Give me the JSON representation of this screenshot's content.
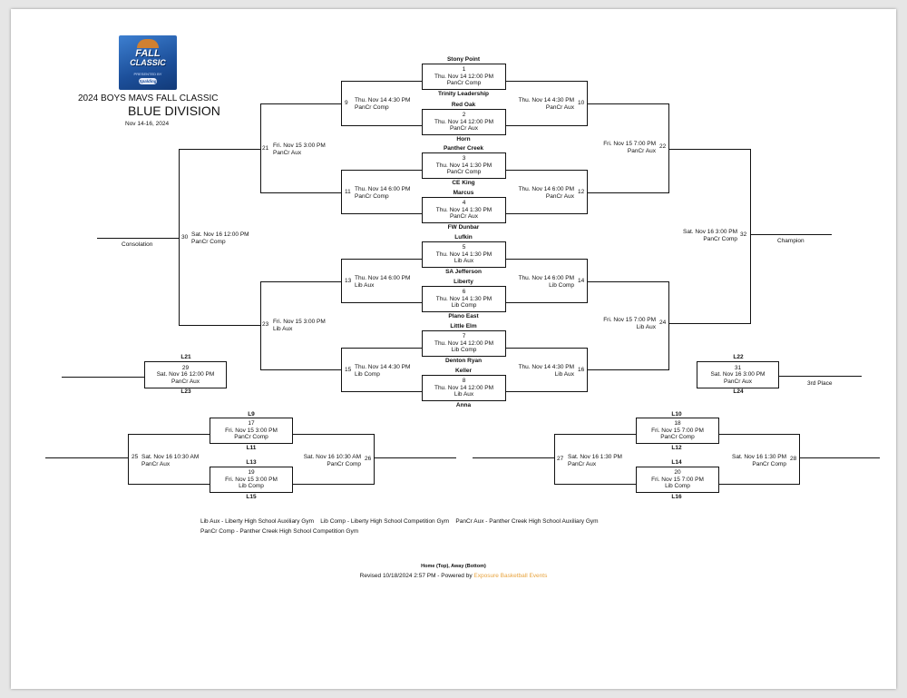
{
  "event": {
    "title": "2024 BOYS MAVS FALL CLASSIC",
    "division": "BLUE DIVISION",
    "dates": "Nov 14-16, 2024",
    "logo": {
      "line1": "FALL",
      "line2": "CLASSIC",
      "line3": "PRESENTED BY",
      "sponsor": "Spalding"
    }
  },
  "games": {
    "g1": {
      "num": "1",
      "time": "Thu. Nov 14 12:00 PM",
      "loc": "PanCr Comp",
      "home": "Stony Point",
      "away": "Trinity Leadership"
    },
    "g2": {
      "num": "2",
      "time": "Thu. Nov 14 12:00 PM",
      "loc": "PanCr Aux",
      "home": "Red Oak",
      "away": "Horn"
    },
    "g3": {
      "num": "3",
      "time": "Thu. Nov 14 1:30 PM",
      "loc": "PanCr Comp",
      "home": "Panther Creek",
      "away": "CE King"
    },
    "g4": {
      "num": "4",
      "time": "Thu. Nov 14 1:30 PM",
      "loc": "PanCr Aux",
      "home": "Marcus",
      "away": "FW Dunbar"
    },
    "g5": {
      "num": "5",
      "time": "Thu. Nov 14 1:30 PM",
      "loc": "Lib Aux",
      "home": "Lufkin",
      "away": "SA Jefferson"
    },
    "g6": {
      "num": "6",
      "time": "Thu. Nov 14 1:30 PM",
      "loc": "Lib Comp",
      "home": "Liberty",
      "away": "Plano East"
    },
    "g7": {
      "num": "7",
      "time": "Thu. Nov 14 12:00 PM",
      "loc": "Lib Comp",
      "home": "Little Elm",
      "away": "Denton Ryan"
    },
    "g8": {
      "num": "8",
      "time": "Thu. Nov 14 12:00 PM",
      "loc": "Lib Aux",
      "home": "Keller",
      "away": "Anna"
    },
    "g9": {
      "num": "9",
      "time": "Thu. Nov 14 4:30 PM",
      "loc": "PanCr Comp"
    },
    "g10": {
      "num": "10",
      "time": "Thu. Nov 14 4:30 PM",
      "loc": "PanCr Aux"
    },
    "g11": {
      "num": "11",
      "time": "Thu. Nov 14 6:00 PM",
      "loc": "PanCr Comp"
    },
    "g12": {
      "num": "12",
      "time": "Thu. Nov 14 6:00 PM",
      "loc": "PanCr Aux"
    },
    "g13": {
      "num": "13",
      "time": "Thu. Nov 14 6:00 PM",
      "loc": "Lib Aux"
    },
    "g14": {
      "num": "14",
      "time": "Thu. Nov 14 6:00 PM",
      "loc": "Lib Comp"
    },
    "g15": {
      "num": "15",
      "time": "Thu. Nov 14 4:30 PM",
      "loc": "Lib Comp"
    },
    "g16": {
      "num": "16",
      "time": "Thu. Nov 14 4:30 PM",
      "loc": "Lib Aux"
    },
    "g17": {
      "num": "17",
      "time": "Fri. Nov 15 3:00 PM",
      "loc": "PanCr Comp",
      "home": "L9",
      "away": "L11"
    },
    "g18": {
      "num": "18",
      "time": "Fri. Nov 15 7:00 PM",
      "loc": "PanCr Comp",
      "home": "L10",
      "away": "L12"
    },
    "g19": {
      "num": "19",
      "time": "Fri. Nov 15 3:00 PM",
      "loc": "Lib Comp",
      "home": "L13",
      "away": "L15"
    },
    "g20": {
      "num": "20",
      "time": "Fri. Nov 15 7:00 PM",
      "loc": "Lib Comp",
      "home": "L14",
      "away": "L16"
    },
    "g21": {
      "num": "21",
      "time": "Fri. Nov 15 3:00 PM",
      "loc": "PanCr Aux"
    },
    "g22": {
      "num": "22",
      "time": "Fri. Nov 15 7:00 PM",
      "loc": "PanCr Aux"
    },
    "g23": {
      "num": "23",
      "time": "Fri. Nov 15 3:00 PM",
      "loc": "Lib Aux"
    },
    "g24": {
      "num": "24",
      "time": "Fri. Nov 15 7:00 PM",
      "loc": "Lib Aux"
    },
    "g25": {
      "num": "25",
      "time": "Sat. Nov 16 10:30 AM",
      "loc": "PanCr Aux"
    },
    "g26": {
      "num": "26",
      "time": "Sat. Nov 16 10:30 AM",
      "loc": "PanCr Comp"
    },
    "g27": {
      "num": "27",
      "time": "Sat. Nov 16 1:30 PM",
      "loc": "PanCr Aux"
    },
    "g28": {
      "num": "28",
      "time": "Sat. Nov 16 1:30 PM",
      "loc": "PanCr Comp"
    },
    "g29": {
      "num": "29",
      "time": "Sat. Nov 16 12:00 PM",
      "loc": "PanCr Aux",
      "home": "L21",
      "away": "L23"
    },
    "g30": {
      "num": "30",
      "time": "Sat. Nov 16 12:00 PM",
      "loc": "PanCr Comp"
    },
    "g31": {
      "num": "31",
      "time": "Sat. Nov 16 3:00 PM",
      "loc": "PanCr Aux",
      "home": "L22",
      "away": "L24"
    },
    "g32": {
      "num": "32",
      "time": "Sat. Nov 16 3:00 PM",
      "loc": "PanCr Comp"
    }
  },
  "labels": {
    "consolation": "Consolation",
    "champion": "Champion",
    "third": "3rd Place"
  },
  "legend": {
    "line1": "Lib Aux - Liberty High School Auxiliary Gym    Lib Comp - Liberty High School Competition Gym    PanCr Aux - Panther Creek High School Auxiliary Gym",
    "line2": "PanCr Comp - Panther Creek High School Competition Gym"
  },
  "footer": {
    "note": "Home (Top), Away (Bottom)",
    "revised": "Revised 10/18/2024 2:57 PM - Powered by ",
    "powered_by": "Exposure Basketball Events",
    "powered_color": "#e8a33d"
  }
}
